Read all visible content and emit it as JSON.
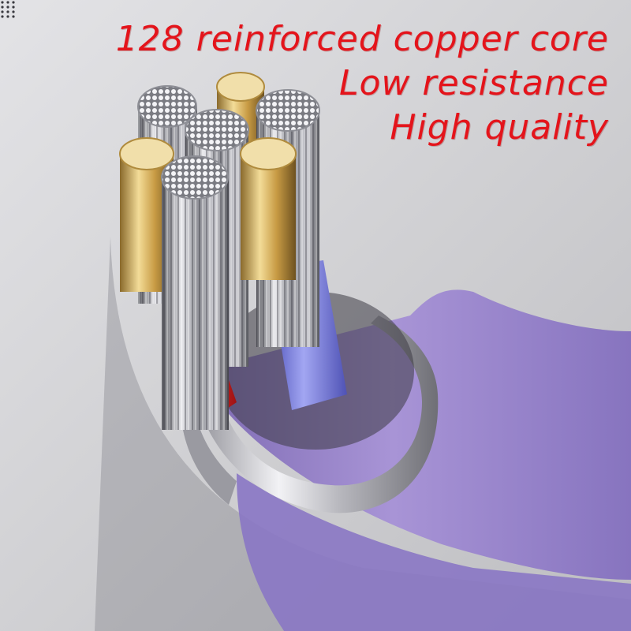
{
  "headline": {
    "line1": "128 reinforced copper core",
    "line2": "Low resistance",
    "line3": "High quality"
  },
  "colors": {
    "background": "#cfcfd1",
    "text": "#e4141b",
    "sheath": "#9a86c9",
    "ferrule": "#c7c7cc",
    "gold_tip": "#d8b25a",
    "red_insulation": "#d51d1d",
    "blue_insulation": "#6f73d6"
  },
  "icons": {
    "corner": "grid-dots-icon"
  }
}
